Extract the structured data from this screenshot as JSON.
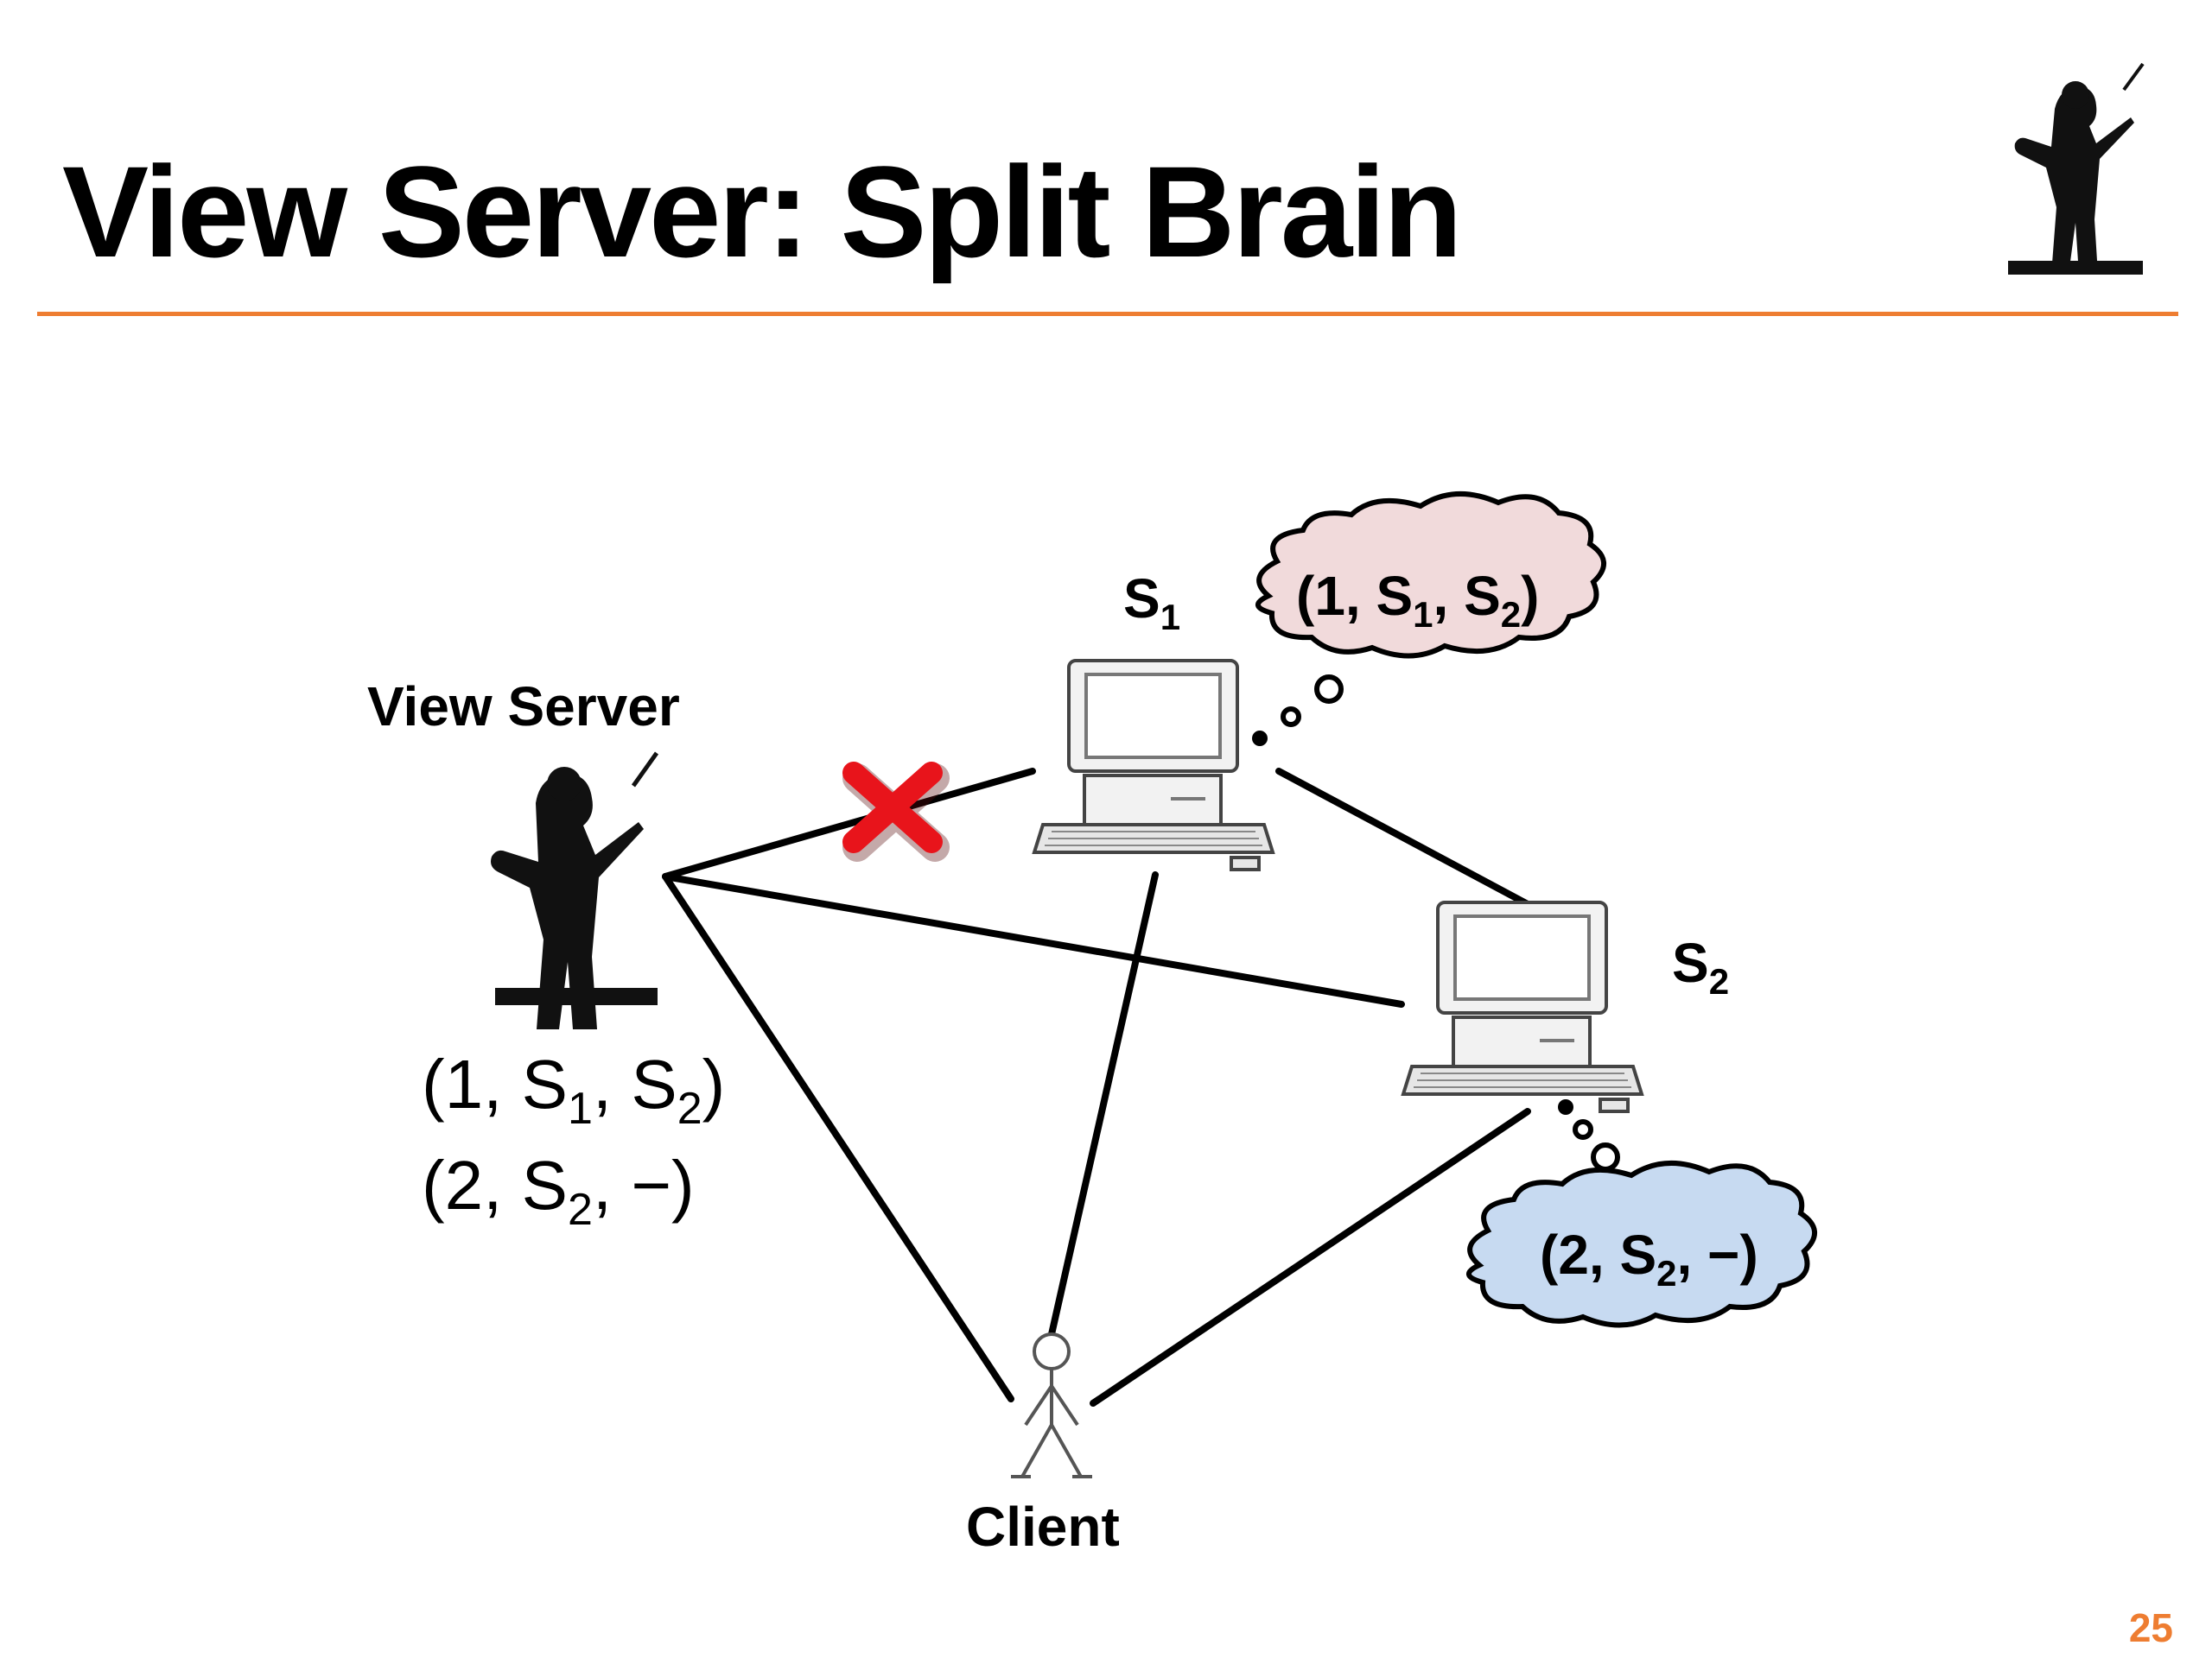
{
  "slide": {
    "title": "View Server: Split Brain",
    "page_number": "25"
  },
  "colors": {
    "accent": "#ee7d31",
    "s1_cloud_fill": "#f1dadb",
    "s2_cloud_fill": "#c7daf1",
    "cross_red": "#e8141b"
  },
  "diagram": {
    "view_server": {
      "label": "View Server",
      "icon": "conductor-icon",
      "views": [
        {
          "open": "(1, S",
          "sub1": "1",
          "mid": ", S",
          "sub2": "2",
          "close": ")"
        },
        {
          "open": "(2, S",
          "sub1": "2",
          "close": ", −)"
        }
      ]
    },
    "s1": {
      "label": "S",
      "label_sub": "1",
      "icon": "computer-icon",
      "thought": {
        "open": "(1, S",
        "sub1": "1",
        "mid": ", S",
        "sub2": "2",
        "close": ")"
      }
    },
    "s2": {
      "label": "S",
      "label_sub": "2",
      "icon": "computer-icon",
      "thought": {
        "open": "(2, S",
        "sub1": "2",
        "close": ", −)"
      }
    },
    "client": {
      "label": "Client",
      "icon": "stick-figure-icon"
    },
    "broken_link_marker": "x-mark-icon"
  }
}
